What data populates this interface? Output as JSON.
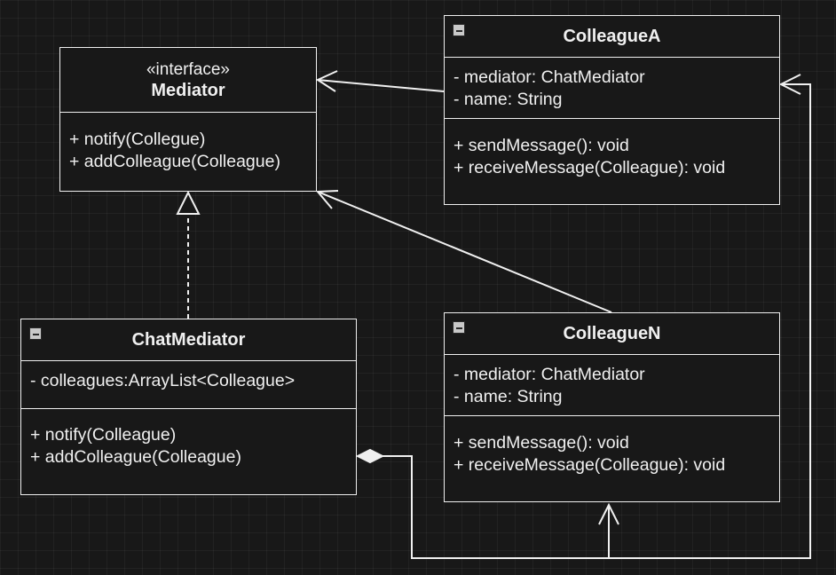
{
  "diagram": {
    "mediator": {
      "stereotype": "«interface»",
      "name": "Mediator",
      "operations": [
        "+ notify(Collegue)",
        "+ addColleague(Colleague)"
      ]
    },
    "colleague_a": {
      "name": "ColleagueA",
      "attributes": [
        "- mediator: ChatMediator",
        "- name: String"
      ],
      "operations": [
        "+ sendMessage(): void",
        "+ receiveMessage(Colleague): void"
      ]
    },
    "chat_mediator": {
      "name": "ChatMediator",
      "attributes": [
        "- colleagues:ArrayList<Colleague>"
      ],
      "operations": [
        "+ notify(Colleague)",
        "+ addColleague(Colleague)"
      ]
    },
    "colleague_n": {
      "name": "ColleagueN",
      "attributes": [
        "- mediator: ChatMediator",
        "- name: String"
      ],
      "operations": [
        "+ sendMessage(): void",
        "+ receiveMessage(Colleague): void"
      ]
    }
  },
  "relations": [
    {
      "from": "colleague_a",
      "to": "mediator",
      "type": "association"
    },
    {
      "from": "colleague_n",
      "to": "mediator",
      "type": "association"
    },
    {
      "from": "chat_mediator",
      "to": "mediator",
      "type": "realization"
    },
    {
      "from": "chat_mediator",
      "to": "colleague_n",
      "type": "composition"
    },
    {
      "from": "chat_mediator",
      "to": "colleague_a",
      "type": "composition"
    }
  ],
  "colors": {
    "background": "#181818",
    "stroke": "#f0f0f0",
    "grid": "#2a2a2a",
    "collapse_icon": "#c9c9c9"
  },
  "icons": {
    "class_collapse": "minus-square-icon"
  }
}
